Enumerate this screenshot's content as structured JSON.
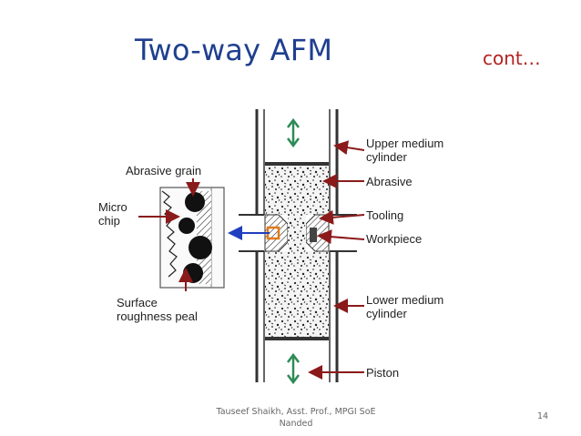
{
  "slide": {
    "title": "Two-way AFM",
    "continuation": "cont…",
    "footer_author_line1": "Tauseef Shaikh, Asst. Prof., MPGI SoE",
    "footer_author_line2": "Nanded",
    "page_number": "14"
  },
  "diagram": {
    "labels": {
      "upper_line1": "Upper medium",
      "upper_line2": "cylinder",
      "abrasive": "Abrasive",
      "tooling": "Tooling",
      "workpiece": "Workpiece",
      "lower_line1": "Lower medium",
      "lower_line2": "cylinder",
      "piston": "Piston",
      "abrasive_grain": "Abrasive grain",
      "micro_line1": "Micro",
      "micro_line2": "chip",
      "surface_line1": "Surface",
      "surface_line2": "roughness peal"
    },
    "colors": {
      "title": "#1f3f8f",
      "continuation": "#b22222",
      "arrow_red": "#8b1a1a",
      "arrow_green": "#2e8b57",
      "arrow_blue": "#1f3fbf",
      "highlight_box": "#e07a1f"
    }
  }
}
